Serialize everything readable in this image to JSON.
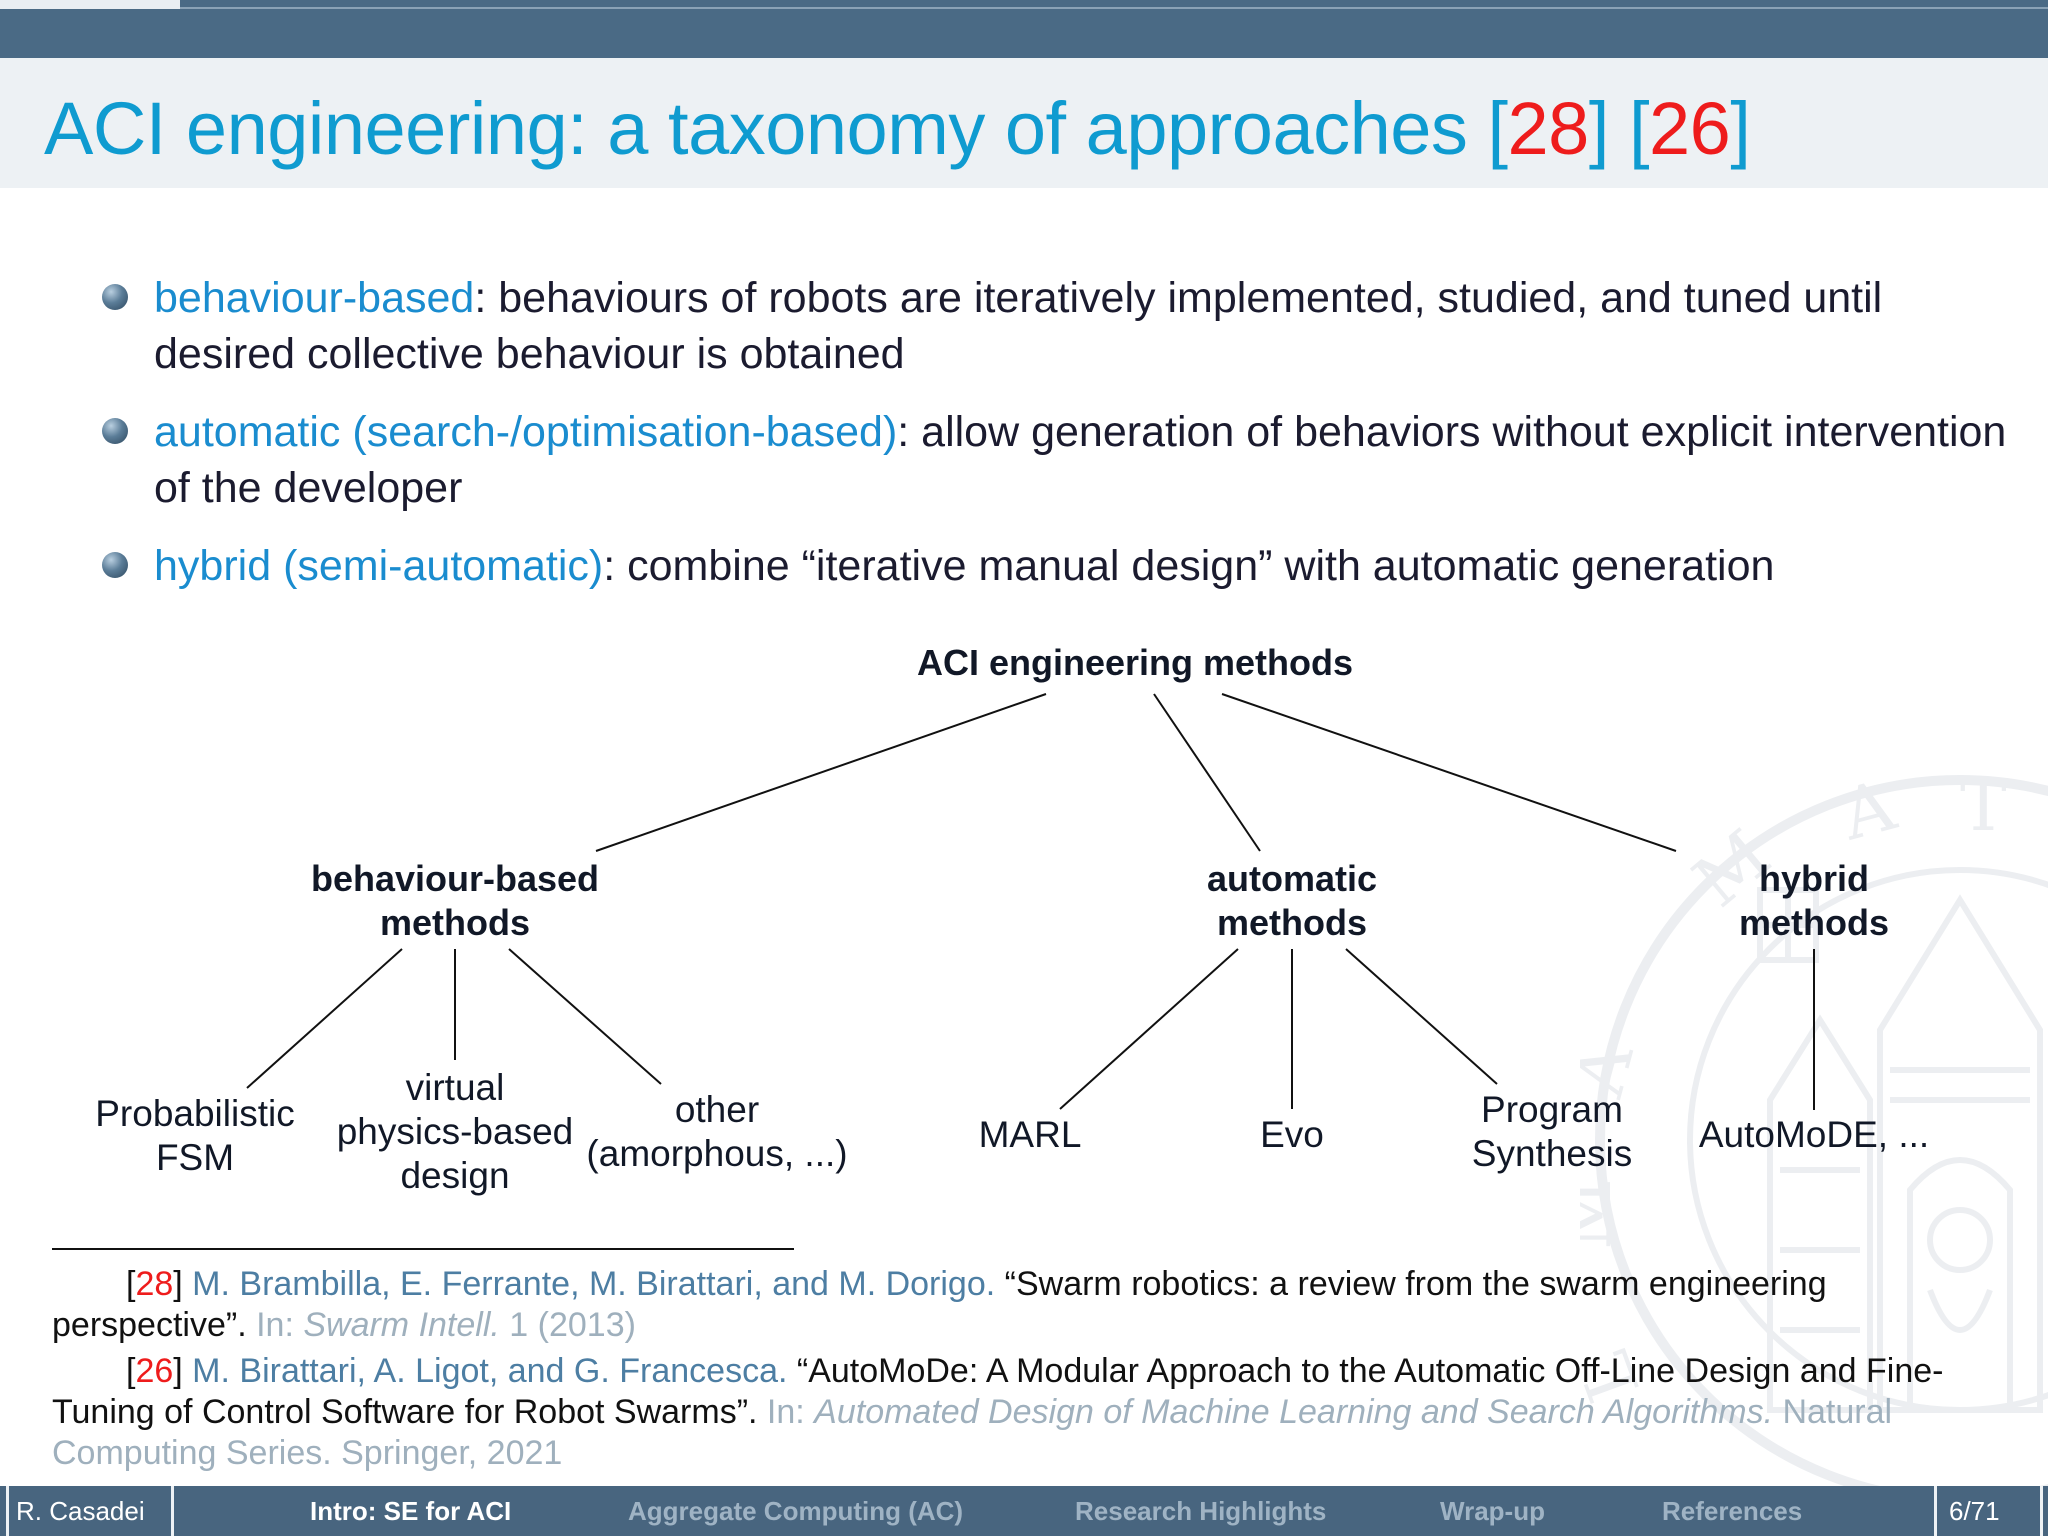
{
  "slide": {
    "title_main": "ACI engineering: a taxonomy of approaches ",
    "title_refs": [
      {
        "open": "[",
        "num": "28",
        "close": "]"
      },
      {
        "open": "[",
        "num": "26",
        "close": "]"
      }
    ]
  },
  "bullets": [
    {
      "term": "behaviour-based",
      "sep": ":",
      "text": " behaviours of robots are iteratively implemented, studied, and tuned until desired collective behaviour is obtained"
    },
    {
      "term": "automatic (search-/optimisation-based)",
      "sep": ":",
      "text": " allow generation of behaviors without explicit intervention of the developer"
    },
    {
      "term": "hybrid (semi-automatic)",
      "sep": ":",
      "text": " combine “iterative manual design” with automatic generation"
    }
  ],
  "tree": {
    "root": "ACI engineering methods",
    "branches": [
      {
        "line1": "behaviour-based",
        "line2": "methods",
        "leaves": [
          {
            "lines": [
              "Probabilistic",
              "FSM"
            ]
          },
          {
            "lines": [
              "virtual",
              "physics-based",
              "design"
            ]
          },
          {
            "lines": [
              "other",
              "(amorphous, ...)"
            ]
          }
        ]
      },
      {
        "line1": "automatic",
        "line2": "methods",
        "leaves": [
          {
            "lines": [
              "MARL"
            ]
          },
          {
            "lines": [
              "Evo"
            ]
          },
          {
            "lines": [
              "Program",
              "Synthesis"
            ]
          }
        ]
      },
      {
        "line1": "hybrid",
        "line2": "methods",
        "leaves": [
          {
            "lines": [
              "AutoMoDE, ..."
            ]
          }
        ]
      }
    ]
  },
  "footnotes": [
    {
      "open": "[",
      "num": "28",
      "close": "]",
      "authors": " M. Brambilla, E. Ferrante, M. Birattari, and M. Dorigo.",
      "title": " “Swarm robotics: a review from the swarm engineering perspective”.",
      "in": " In: ",
      "venue": "Swarm Intell.",
      "rest": " 1 (2013)"
    },
    {
      "open": "[",
      "num": "26",
      "close": "]",
      "authors": " M. Birattari, A. Ligot, and G. Francesca.",
      "title": " “AutoMoDe: A Modular Approach to the Automatic Off-Line Design and Fine-Tuning of Control Software for Robot Swarms”.",
      "in": " In: ",
      "venue": "Automated Design of Machine Learning and Search Algorithms.",
      "rest": " Natural Computing Series. Springer, 2021"
    }
  ],
  "footer": {
    "author": "R. Casadei",
    "nav": [
      {
        "label": "Intro: SE for ACI",
        "active": true
      },
      {
        "label": "Aggregate Computing (AC)",
        "active": false
      },
      {
        "label": "Research Highlights",
        "active": false
      },
      {
        "label": "Wrap-up",
        "active": false
      },
      {
        "label": "References",
        "active": false
      }
    ],
    "page": "6/71"
  },
  "colors": {
    "title": "#0f9bd0",
    "term": "#1a8ccf",
    "citation": "#ee1c1c",
    "bar": "#48657f",
    "title_band": "#edf1f4"
  },
  "icons": {
    "bullet": "ball-bullet-icon",
    "watermark": "university-seal-logo"
  }
}
